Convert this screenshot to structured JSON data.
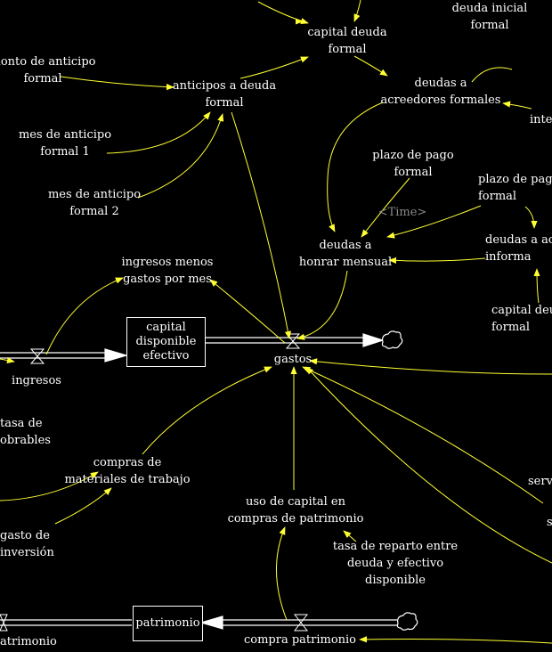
{
  "diagram": {
    "stocks": {
      "capital_disponible": "capital\ndisponible\nefectivo",
      "patrimonio": "patrimonio"
    },
    "flows": {
      "ingresos": "ingresos",
      "gastos": "gastos",
      "compra_patrimonio": "compra patrimonio"
    },
    "variables": {
      "capital_deuda_formal": "capital deuda\nformal",
      "deuda_inicial_formal": "deuda inicial\nformal",
      "monto_anticipo_formal": "monto de anticipo\nformal",
      "anticipos_deuda_formal": "anticipos a deuda\nformal",
      "deudas_acreedores_formales": "deudas a\nacreedores formales",
      "inter_partial": "inter",
      "mes_anticipo_1": "mes de anticipo\nformal 1",
      "mes_anticipo_2": "mes de anticipo\nformal 2",
      "plazo_pago_formal": "plazo de pago\nformal",
      "plazo_pago_informal_partial": "plazo de pago\nformal",
      "time_shadow": "<Time>",
      "deudas_honrar_mensual": "deudas a\nhonrar mensual",
      "deudas_acr_informales_partial": "deudas a acr\ninforma",
      "capital_deuda_informal_partial": "capital deud\nformal",
      "ingresos_menos_gastos": "ingresos menos\ngastos por mes",
      "tasa_incobrables_partial": "tasa de\nobrables",
      "compras_materiales": "compras de\nmateriales de trabajo",
      "uso_capital_patrimonio": "uso de capital en\ncompras de patrimonio",
      "gasto_inversion_partial": "gasto de\ninversión",
      "tasa_reparto": "tasa de reparto entre\ndeuda y efectivo\ndisponible",
      "serv_partial": "serv",
      "s_partial": "s",
      "patrimonio_partial": "atrimonio"
    }
  },
  "colors": {
    "background": "#000000",
    "arrow": "#ffff33",
    "flow_pipe": "#ffffff",
    "text": "#ffffff",
    "shadow_text": "#8a8a8a"
  }
}
